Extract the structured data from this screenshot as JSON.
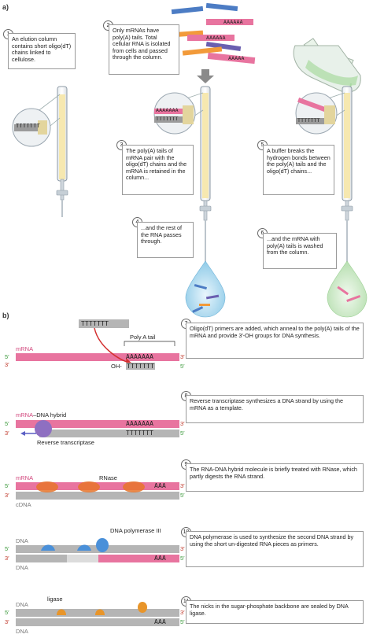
{
  "panel_a": {
    "label": "a)",
    "steps": [
      {
        "num": "1",
        "text": "An elution column contains short oligo(dT) chains linked to cellulose."
      },
      {
        "num": "2",
        "text": "Only mRNAs have poly(A) tails. Total cellular RNA is isolated from cells and passed through the column."
      },
      {
        "num": "3",
        "text": "The poly(A) tails of mRNA pair with the oligo(dT) chains and the mRNA is retained in the column..."
      },
      {
        "num": "4",
        "text": "...and the rest of the RNA passes through."
      },
      {
        "num": "5",
        "text": "A buffer breaks the hydrogen bonds between the poly(A) tails and the oligo(dT) chains..."
      },
      {
        "num": "6",
        "text": "...and the mRNA with poly(A) tails  is washed from the column."
      }
    ],
    "oligo_seq": "TTTTTTT",
    "polyA_seq": "AAAAAAA",
    "rna_strands": [
      "AAAAAA",
      "AAAAAA",
      "AAAAA"
    ]
  },
  "panel_b": {
    "label": "b)",
    "steps": [
      {
        "num": "7",
        "text": "Oligo(dT) primers are added, which anneal to the poly(A) tails of the mRNA and provide 3′-OH groups for DNA synthesis."
      },
      {
        "num": "8",
        "text": "Reverse transcriptase synthesizes a DNA strand by using the mRNA as a template."
      },
      {
        "num": "9",
        "text": "The RNA-DNA hybrid molecule is briefly treated with RNase, which partly digests the RNA strand."
      },
      {
        "num": "10",
        "text": "DNA polymerase is used to synthesize the second DNA strand by using the short un-digested RNA pieces as primers."
      },
      {
        "num": "11",
        "text": "The nicks in the sugar-phosphate backbone are sealed by DNA ligase."
      }
    ],
    "labels": {
      "mrna": "mRNA",
      "mrna_dna": "mRNA",
      "dna_hybrid": "–DNA hybrid",
      "poly_a_tail": "Poly A tail",
      "oh": "OH-",
      "reverse_transcriptase": "Reverse transcriptase",
      "rnase": "RNase",
      "cdna": "cDNA",
      "dna": "DNA",
      "dna_polymerase": "DNA polymerase III",
      "ligase": "ligase",
      "five_prime": "5′",
      "three_prime": "3′"
    },
    "seqs": {
      "primer": "TTTTTTT",
      "polyA7": "AAAAAAA",
      "polyA3": "AAA"
    }
  },
  "colors": {
    "mrna": "#e8749f",
    "dna": "#b5b5b5",
    "enzyme": "#4a90d9",
    "rnase": "#e8742a",
    "ligase": "#e8952a",
    "rt": "#8e6fc1",
    "arrow": "#d32f2f"
  }
}
